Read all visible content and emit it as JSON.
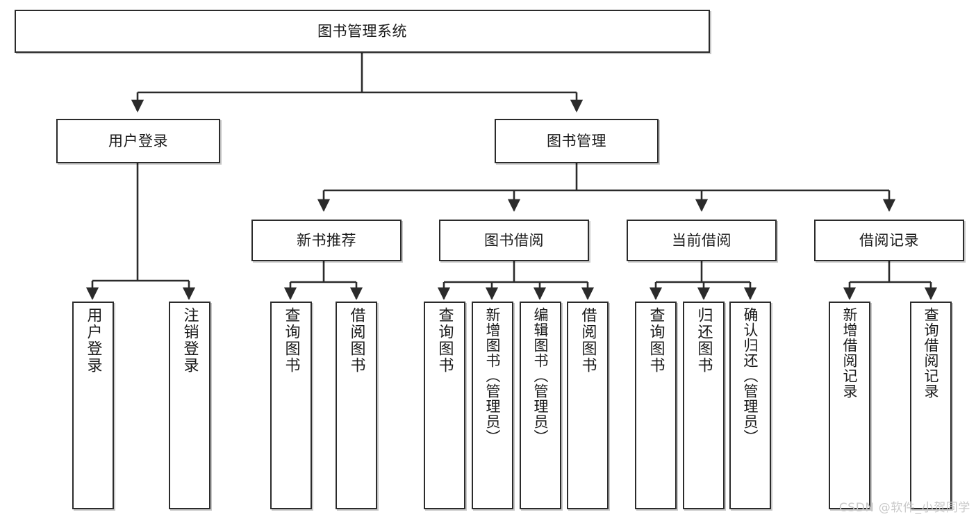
{
  "diagram": {
    "title": "图书管理系统",
    "type": "tree",
    "watermark": "CSDN @软件_小贺同学",
    "colors": {
      "border": "#2b2b2b",
      "background": "#ffffff",
      "text": "#1a1a1a",
      "watermark": "#c9c9c9"
    },
    "nodes": {
      "root": {
        "label": "图书管理系统"
      },
      "level2": [
        {
          "id": "user-login",
          "label": "用户登录"
        },
        {
          "id": "book-management",
          "label": "图书管理"
        }
      ],
      "level3": [
        {
          "id": "new-book-recommend",
          "label": "新书推荐"
        },
        {
          "id": "book-borrow",
          "label": "图书借阅"
        },
        {
          "id": "current-borrow",
          "label": "当前借阅"
        },
        {
          "id": "borrow-record",
          "label": "借阅记录"
        }
      ],
      "leaves": [
        {
          "id": "leaf-user-login",
          "label": "用户登录",
          "parent": "user-login"
        },
        {
          "id": "leaf-logout-login",
          "label": "注销登录",
          "parent": "user-login"
        },
        {
          "id": "leaf-query-book-1",
          "label": "查询图书",
          "parent": "new-book-recommend"
        },
        {
          "id": "leaf-borrow-book-1",
          "label": "借阅图书",
          "parent": "new-book-recommend"
        },
        {
          "id": "leaf-query-book-2",
          "label": "查询图书",
          "parent": "book-borrow"
        },
        {
          "id": "leaf-add-book",
          "label": "新增图书（管理员）",
          "parent": "book-borrow"
        },
        {
          "id": "leaf-edit-book",
          "label": "编辑图书（管理员）",
          "parent": "book-borrow"
        },
        {
          "id": "leaf-borrow-book-2",
          "label": "借阅图书",
          "parent": "book-borrow"
        },
        {
          "id": "leaf-query-book-3",
          "label": "查询图书",
          "parent": "current-borrow"
        },
        {
          "id": "leaf-return-book",
          "label": "归还图书",
          "parent": "current-borrow"
        },
        {
          "id": "leaf-confirm-return",
          "label": "确认归还（管理员）",
          "parent": "current-borrow"
        },
        {
          "id": "leaf-add-record",
          "label": "新增借阅记录",
          "parent": "borrow-record"
        },
        {
          "id": "leaf-query-record",
          "label": "查询借阅记录",
          "parent": "borrow-record"
        }
      ]
    }
  }
}
